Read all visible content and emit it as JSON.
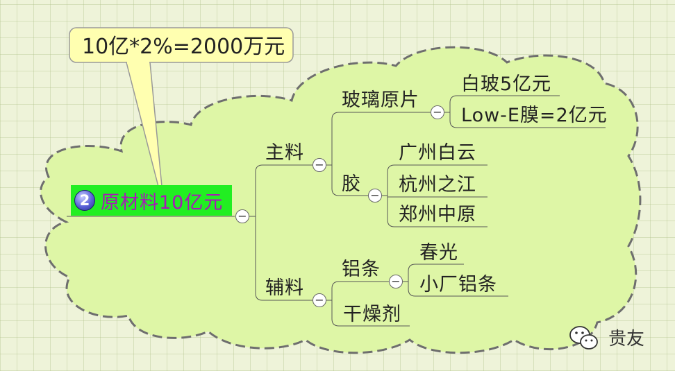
{
  "callout": {
    "text": "10亿*2%=2000万元"
  },
  "root": {
    "number": "2",
    "label": "原材料10亿元"
  },
  "nodes": {
    "zhuliao": "主料",
    "boli_yuanpian": "玻璃原片",
    "baibo": "白玻5亿元",
    "lowe": "Low-E膜=2亿元",
    "jiao": "胶",
    "guangzhou": "广州白云",
    "hangzhou": "杭州之江",
    "zhengzhou": "郑州中原",
    "fuliao": "辅料",
    "lvtiao": "铝条",
    "chunguang": "春光",
    "xiaochang": "小厂铝条",
    "ganzaoji": "干燥剂"
  },
  "toggle_symbol": "−",
  "watermark": {
    "text": "贵友",
    "icon": "wechat-icon"
  },
  "colors": {
    "cloud_fill": "#def6a6",
    "cloud_border": "#6e6e6e",
    "callout_fill": "#ffffb0",
    "root_fill": "#22ee22",
    "root_text": "#a818b8",
    "line": "#555555"
  }
}
